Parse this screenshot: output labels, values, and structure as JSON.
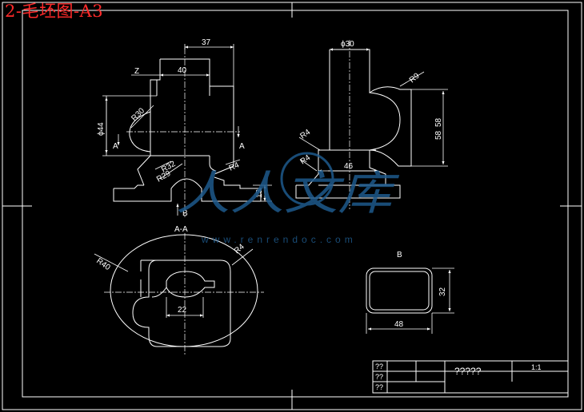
{
  "drawing": {
    "title": "2-毛坯图-A3"
  },
  "dimensions": {
    "d37": "37",
    "d40": "40",
    "z": "Z",
    "dia44": "ϕ44",
    "r_top": "R30",
    "a_left": "A",
    "a_right": "A",
    "r4_front": "R4",
    "r_mid1": "R32",
    "r_mid2": "R29",
    "d13": "13",
    "b_arrow": "B",
    "dia30": "ϕ30",
    "r9": "R9",
    "d58": "58",
    "d58b": "58",
    "r4_side1": "R4",
    "r4_side2": "R4",
    "d46": "46",
    "section_aa": "A-A",
    "r40": "R40",
    "r4_sec": "R4",
    "d22": "22",
    "view_b": "B",
    "d32": "32",
    "d48": "48"
  },
  "watermark": {
    "logo_text": "人人文库",
    "url": "www.renrendoc.com"
  },
  "title_block": {
    "label_a": "??",
    "label_b": "??",
    "label_c": "??",
    "part_name": "?????",
    "scale": "1:1"
  },
  "colors": {
    "background": "#000000",
    "lines": "#ffffff",
    "title": "#ff2a2a",
    "watermark": "#1e5a8c"
  }
}
